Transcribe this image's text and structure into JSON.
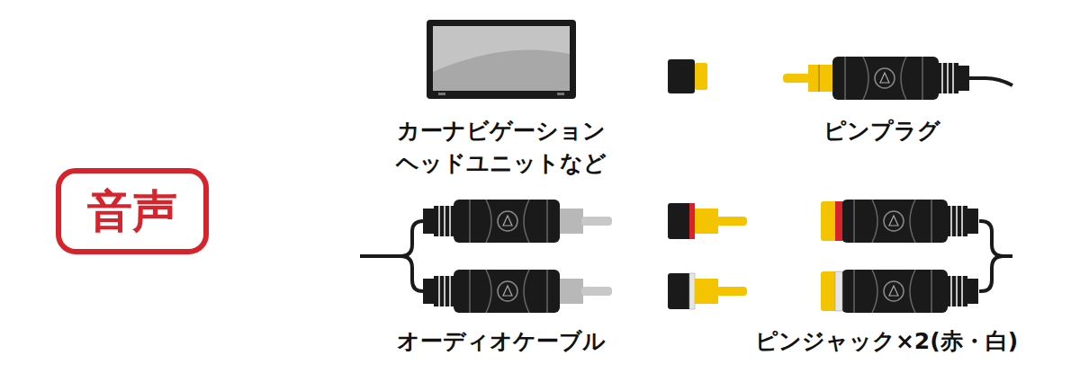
{
  "diagram": {
    "nodes": [
      {
        "text": [
          "音声"
        ]
      }
    ],
    "labels": [
      "カーナビゲーション ヘッドユニットなど",
      "ピンプラグ",
      "オーディオケーブル",
      "ピンジャック×2(赤・白)"
    ]
  }
}
